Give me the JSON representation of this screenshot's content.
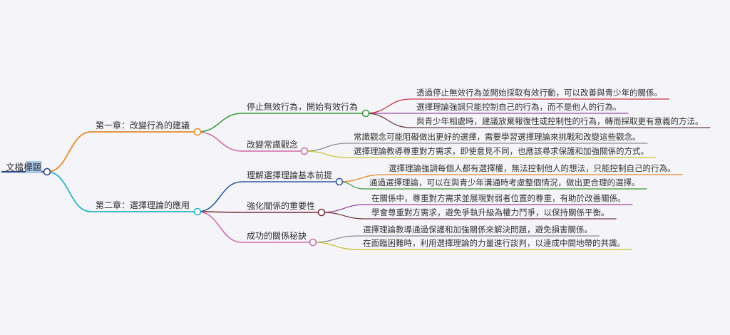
{
  "root": {
    "label": "文檔標題"
  },
  "chapters": [
    {
      "label": "第一章：改變行為的建議",
      "color": "#e88a2a",
      "topics": [
        {
          "label": "停止無效行為，開始有效行為",
          "color": "#3a9a3a",
          "leaves": [
            {
              "text": "透過停止無效行為並開始採取有效行動，可以改善與青少年的關係。",
              "color": "#cc3344"
            },
            {
              "text": "選擇理論強調只能控制自己的行為，而不是他人的行為。",
              "color": "#9b4b9b"
            },
            {
              "text": "與青少年相處時，建議放棄報復性或控制性的行為，轉而採取更有意義的方法。",
              "color": "#6b3f3f"
            }
          ]
        },
        {
          "label": "改變常識觀念",
          "color": "#d06aa8",
          "leaves": [
            {
              "text": "常識觀念可能阻礙做出更好的選擇，需要學習選擇理論來挑戰和改變這些觀念。",
              "color": "#8a8f9a"
            },
            {
              "text": "選擇理論教導尊重對方需求，即使意見不同，也應該尋求保護和加強關係的方式。",
              "color": "#c9c432"
            }
          ]
        }
      ]
    },
    {
      "label": "第二章：選擇理論的應用",
      "color": "#2ab3c8",
      "topics": [
        {
          "label": "理解選擇理論基本前提",
          "color": "#2a5b9a",
          "leaves": [
            {
              "text": "選擇理論強調每個人都有選擇權，無法控制他人的想法，只能控制自己的行為。",
              "color": "#e88a2a"
            },
            {
              "text": "通過選擇理論，可以在與青少年溝通時考慮整個情況，做出更合理的選擇。",
              "color": "#3a9a3a"
            }
          ]
        },
        {
          "label": "強化關係的重要性",
          "color": "#7a2a3a",
          "leaves": [
            {
              "text": "在關係中，尊重對方需求並展現對弱者位置的尊重，有助於改善關係。",
              "color": "#9b4b9b"
            },
            {
              "text": "學會尊重對方需求，避免爭執升級為權力鬥爭，以保持關係平衡。",
              "color": "#6b3f3f"
            }
          ]
        },
        {
          "label": "成功的關係秘訣",
          "color": "#d06aa8",
          "leaves": [
            {
              "text": "選擇理論教導通過保護和加強關係來解決問題，避免損害關係。",
              "color": "#8a8f9a"
            },
            {
              "text": "在面臨困難時，利用選擇理論的力量進行談判，以達成中間地帶的共識。",
              "color": "#c9c432"
            }
          ]
        }
      ]
    }
  ]
}
